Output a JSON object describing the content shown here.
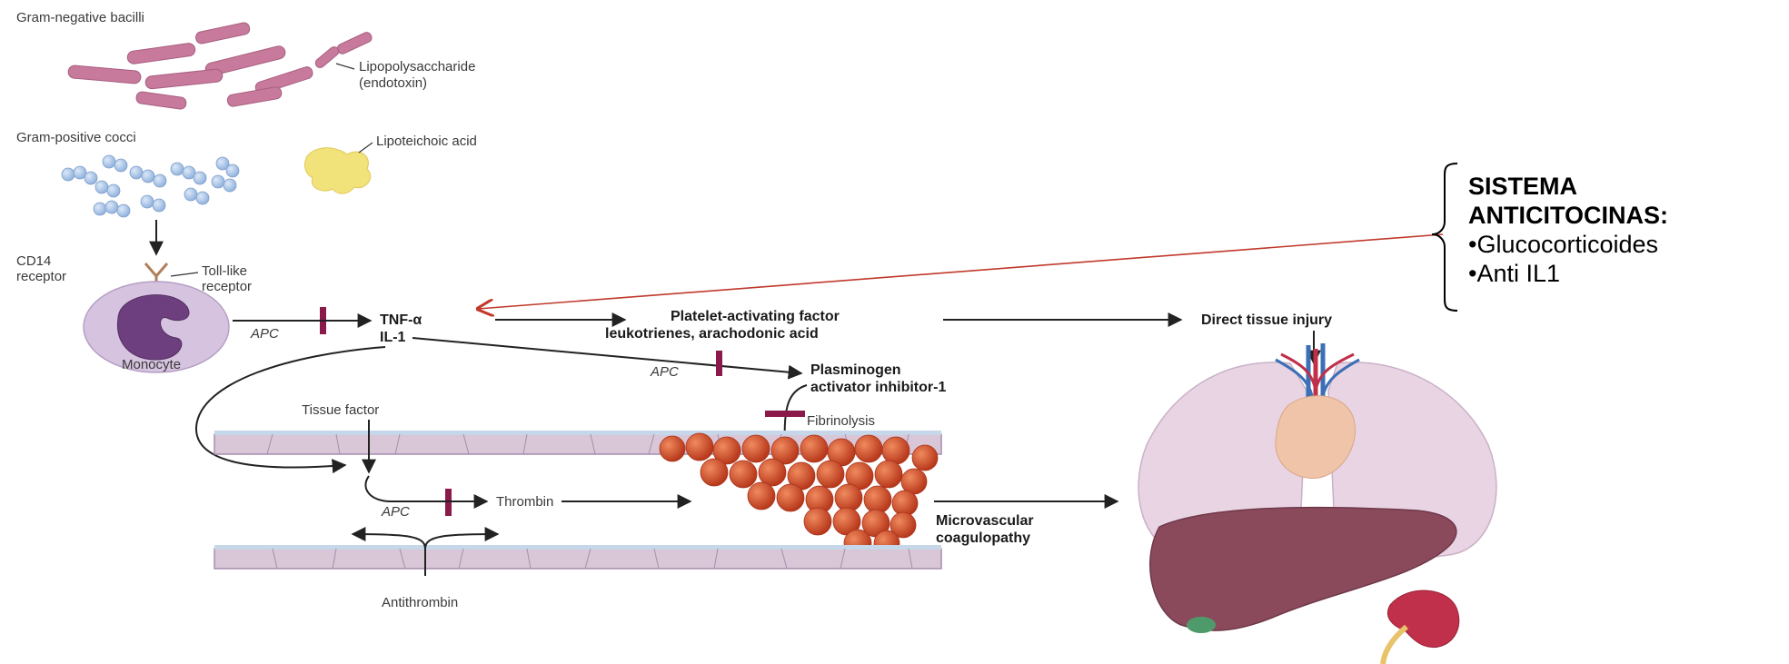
{
  "labels": {
    "gram_negative": "Gram-negative bacilli",
    "lps_line1": "Lipopolysaccharide",
    "lps_line2": "(endotoxin)",
    "gram_positive": "Gram-positive cocci",
    "lipoteichoic": "Lipoteichoic acid",
    "cd14_line1": "CD14",
    "cd14_line2": "receptor",
    "toll_line1": "Toll-like",
    "toll_line2": "receptor",
    "monocyte": "Monocyte",
    "apc": "APC",
    "tnf": "TNF-α",
    "il1": "IL-1",
    "paf_line1": "Platelet-activating factor",
    "paf_line2": "leukotrienes, arachodonic acid",
    "direct_injury": "Direct tissue injury",
    "pai_line1": "Plasminogen",
    "pai_line2": "activator inhibitor-1",
    "fibrinolysis": "Fibrinolysis",
    "tissue_factor": "Tissue factor",
    "thrombin": "Thrombin",
    "micro_line1": "Microvascular",
    "micro_line2": "coagulopathy",
    "antithrombin": "Antithrombin"
  },
  "sidebar": {
    "title_line1": "SISTEMA",
    "title_line2": "ANTICITOCINAS:",
    "items": [
      "•Glucocorticoides",
      "•Anti IL1"
    ]
  },
  "colors": {
    "bacilli": "#c77a9b",
    "cocci": "#a9c3e6",
    "lipoteichoic": "#f2e27a",
    "inhibitor_bar": "#8a1a4a",
    "feedback_arrow": "#c0392b",
    "clot": "#d9522b",
    "vessel": "#d9c6d6",
    "lung": "#e9d4e3",
    "liver": "#8a4a5c",
    "kidney": "#c0304a"
  }
}
